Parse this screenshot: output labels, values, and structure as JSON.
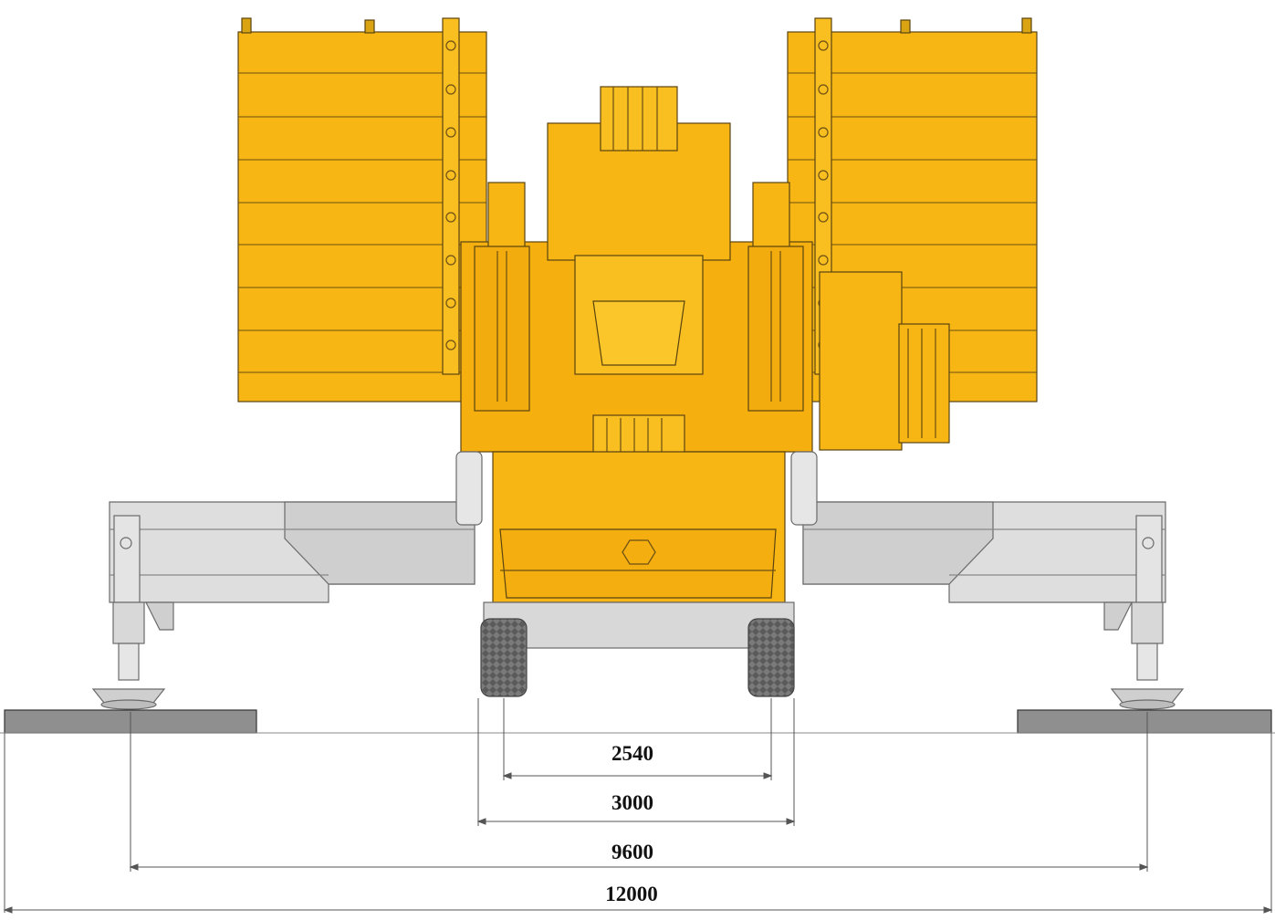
{
  "colors": {
    "body": "#F7B614",
    "body_light": "#FBC62A",
    "body_dark": "#D99A0A",
    "outline": "#4a3a10",
    "steel": "#cfcfcf",
    "steel_dark": "#8a8a8a",
    "pad": "#8c8c8c",
    "tire": "#6e6e6e",
    "line": "#555555"
  },
  "dimensions": [
    {
      "label": "2540",
      "value_mm": 2540
    },
    {
      "label": "3000",
      "value_mm": 3000
    },
    {
      "label": "9600",
      "value_mm": 9600
    },
    {
      "label": "12000",
      "value_mm": 12000
    }
  ]
}
